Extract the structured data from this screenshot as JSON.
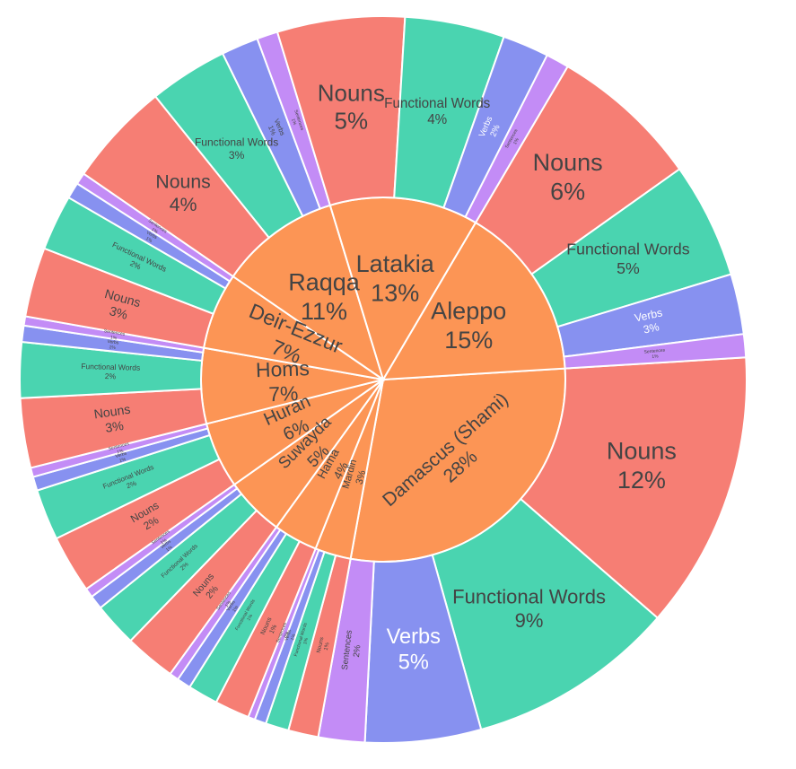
{
  "chart_data": {
    "type": "sunburst",
    "title": "",
    "colors": {
      "inner": "#fc9555",
      "Nouns": "#f67e74",
      "Functional Words": "#4ad4b0",
      "Verbs": "#8791f0",
      "Sentences": "#c38cf6"
    },
    "regions": [
      {
        "name": "Damascus (Shami)",
        "pct": "28%",
        "children": [
          {
            "name": "Nouns",
            "pct": "12%"
          },
          {
            "name": "Functional Words",
            "pct": "9%"
          },
          {
            "name": "Verbs",
            "pct": "5%"
          },
          {
            "name": "Sentences",
            "pct": "2%"
          }
        ]
      },
      {
        "name": "Mardin",
        "pct": "3%",
        "children": [
          {
            "name": "Nouns",
            "pct": "1%"
          },
          {
            "name": "Functional Words",
            "pct": "1%"
          },
          {
            "name": "Verbs",
            "pct": "1%"
          },
          {
            "name": "Sentences",
            "pct": "0%"
          }
        ]
      },
      {
        "name": "Hama",
        "pct": "4%",
        "children": [
          {
            "name": "Nouns",
            "pct": "1%"
          },
          {
            "name": "Functional Words",
            "pct": "1%"
          },
          {
            "name": "Verbs",
            "pct": "1%"
          },
          {
            "name": "Sentences",
            "pct": "1%"
          }
        ]
      },
      {
        "name": "Suwayda",
        "pct": "5%",
        "children": [
          {
            "name": "Nouns",
            "pct": "2%"
          },
          {
            "name": "Functional Words",
            "pct": "2%"
          },
          {
            "name": "Verbs",
            "pct": "1%"
          },
          {
            "name": "Sentences",
            "pct": "1%"
          }
        ]
      },
      {
        "name": "Huran",
        "pct": "6%",
        "children": [
          {
            "name": "Nouns",
            "pct": "2%"
          },
          {
            "name": "Functional Words",
            "pct": "2%"
          },
          {
            "name": "Verbs",
            "pct": "1%"
          },
          {
            "name": "Sentences",
            "pct": "1%"
          }
        ]
      },
      {
        "name": "Homs",
        "pct": "7%",
        "children": [
          {
            "name": "Nouns",
            "pct": "3%"
          },
          {
            "name": "Functional Words",
            "pct": "2%"
          },
          {
            "name": "Verbs",
            "pct": "1%"
          },
          {
            "name": "Sentences",
            "pct": "1%"
          }
        ]
      },
      {
        "name": "Deir-Ezzur",
        "pct": "7%",
        "children": [
          {
            "name": "Nouns",
            "pct": "3%"
          },
          {
            "name": "Functional Words",
            "pct": "2%"
          },
          {
            "name": "Verbs",
            "pct": "1%"
          },
          {
            "name": "Sentences",
            "pct": "1%"
          }
        ]
      },
      {
        "name": "Raqqa",
        "pct": "11%",
        "children": [
          {
            "name": "Nouns",
            "pct": "4%"
          },
          {
            "name": "Functional Words",
            "pct": "3%"
          },
          {
            "name": "Verbs",
            "pct": "1%"
          },
          {
            "name": "Sentences",
            "pct": "1%"
          }
        ]
      },
      {
        "name": "Latakia",
        "pct": "13%",
        "children": [
          {
            "name": "Nouns",
            "pct": "5%"
          },
          {
            "name": "Functional Words",
            "pct": "4%"
          },
          {
            "name": "Verbs",
            "pct": "2%"
          },
          {
            "name": "Sentences",
            "pct": "1%"
          }
        ]
      },
      {
        "name": "Aleppo",
        "pct": "15%",
        "children": [
          {
            "name": "Nouns",
            "pct": "6%"
          },
          {
            "name": "Functional Words",
            "pct": "5%"
          },
          {
            "name": "Verbs",
            "pct": "3%"
          },
          {
            "name": "Sentences",
            "pct": "1%"
          }
        ]
      }
    ],
    "values": {
      "Damascus (Shami)": {
        "Nouns": 12.0,
        "Functional Words": 9.0,
        "Verbs": 5.0,
        "Sentences": 2.0
      },
      "Mardin": {
        "Nouns": 1.3,
        "Functional Words": 1.0,
        "Verbs": 0.5,
        "Sentences": 0.3
      },
      "Hama": {
        "Nouns": 1.5,
        "Functional Words": 1.3,
        "Verbs": 0.6,
        "Sentences": 0.4
      },
      "Suwayda": {
        "Nouns": 2.2,
        "Functional Words": 1.9,
        "Verbs": 0.6,
        "Sentences": 0.4
      },
      "Huran": {
        "Nouns": 2.5,
        "Functional Words": 2.2,
        "Verbs": 0.6,
        "Sentences": 0.4
      },
      "Homs": {
        "Nouns": 3.0,
        "Functional Words": 2.4,
        "Verbs": 0.7,
        "Sentences": 0.4
      },
      "Deir-Ezzur": {
        "Nouns": 3.0,
        "Functional Words": 2.4,
        "Verbs": 0.7,
        "Sentences": 0.5
      },
      "Raqqa": {
        "Nouns": 4.5,
        "Functional Words": 3.4,
        "Verbs": 1.6,
        "Sentences": 0.9
      },
      "Latakia": {
        "Nouns": 5.5,
        "Functional Words": 4.3,
        "Verbs": 2.0,
        "Sentences": 1.0
      },
      "Aleppo": {
        "Nouns": 6.5,
        "Functional Words": 5.0,
        "Verbs": 2.6,
        "Sentences": 1.0
      }
    }
  }
}
